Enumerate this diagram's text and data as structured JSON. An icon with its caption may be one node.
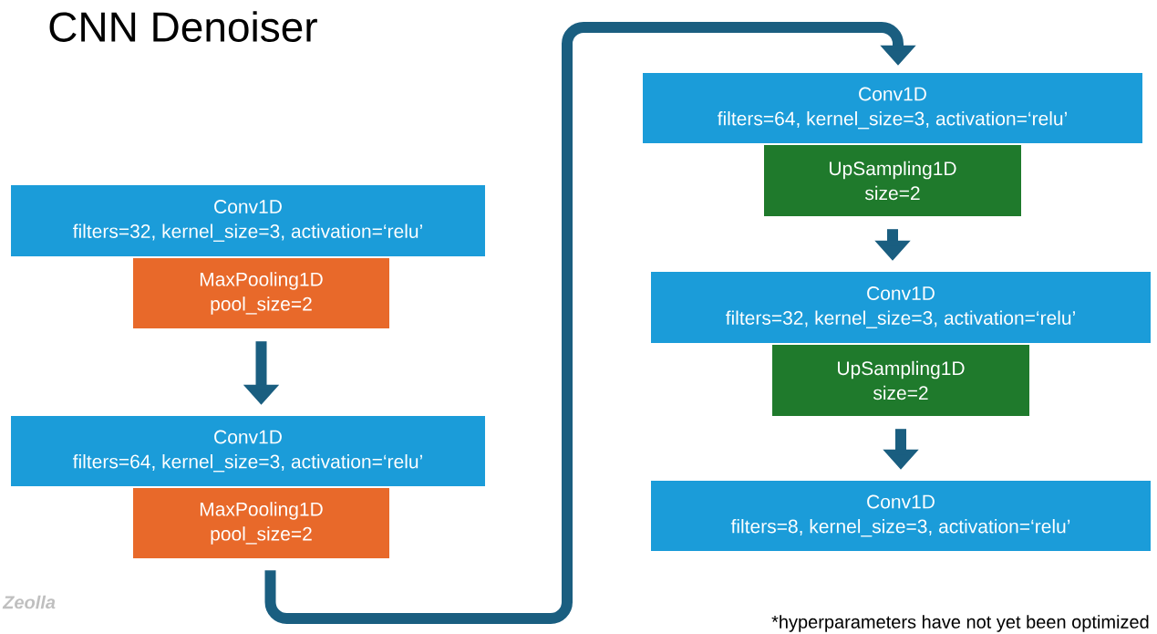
{
  "diagram": {
    "title": "CNN Denoiser",
    "nodes": [
      {
        "text": [
          "Conv1D",
          "filters=32, kernel_size=3, activation=‘relu’"
        ]
      },
      {
        "text": [
          "MaxPooling1D",
          "pool_size=2"
        ]
      },
      {
        "text": [
          "Conv1D",
          "filters=64, kernel_size=3, activation=‘relu’"
        ]
      },
      {
        "text": [
          "MaxPooling1D",
          "pool_size=2"
        ]
      },
      {
        "text": [
          "Conv1D",
          "filters=64, kernel_size=3, activation=‘relu’"
        ]
      },
      {
        "text": [
          "UpSampling1D",
          "size=2"
        ]
      },
      {
        "text": [
          "Conv1D",
          "filters=32, kernel_size=3, activation=‘relu’"
        ]
      },
      {
        "text": [
          "UpSampling1D",
          "size=2"
        ]
      },
      {
        "text": [
          "Conv1D",
          "filters=8, kernel_size=3, activation=‘relu’"
        ]
      }
    ],
    "edges": [
      {
        "from": 1,
        "to": 2,
        "arrow": "to"
      },
      {
        "from": 3,
        "to": 4,
        "arrow": "to"
      },
      {
        "from": 5,
        "to": 6,
        "arrow": "to"
      },
      {
        "from": 7,
        "to": 8,
        "arrow": "to"
      }
    ],
    "labels": [
      "Zeolla",
      "*hyperparameters have not yet been optimized"
    ]
  }
}
